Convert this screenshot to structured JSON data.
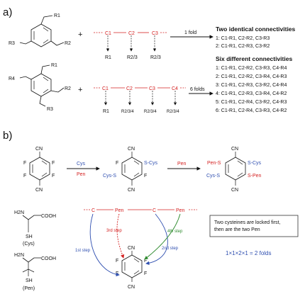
{
  "panel_a": {
    "label": "a)",
    "mol1_subs": [
      "R1",
      "R3",
      "R2"
    ],
    "mol2_subs": [
      "R1",
      "R4",
      "R2",
      "R3"
    ],
    "plus": "+",
    "chain1": {
      "nodes": [
        "C1",
        "C2",
        "C3"
      ],
      "subs": [
        "R1",
        "R2/3",
        "R2/3"
      ]
    },
    "chain2": {
      "nodes": [
        "C1",
        "C2",
        "C3",
        "C4"
      ],
      "subs": [
        "R1",
        "R2/3/4",
        "R2/3/4",
        "R2/3/4"
      ]
    },
    "fold1_label": "1 fold",
    "fold6_label": "6 folds",
    "identical_title": "Two identical connectivities",
    "identical": [
      "1: C1-R1, C2-R2, C3-R3",
      "2: C1-R1, C2-R3, C3-R2"
    ],
    "different_title": "Six different connectivities",
    "different": [
      "1: C1-R1, C2-R2, C3-R3, C4-R4",
      "2: C1-R1, C2-R2, C3-R4, C4-R3",
      "3: C1-R1, C2-R3, C3-R2, C4-R4",
      "4: C1-R1, C2-R3, C3-R4, C4-R2",
      "5: C1-R1, C2-R4, C3-R2, C4-R3",
      "6: C1-R1, C2-R4, C3-R3, C4-R2"
    ]
  },
  "panel_b": {
    "label": "b)",
    "step1_reagents": [
      "Cys",
      "Pen"
    ],
    "step2_reagent": "Pen",
    "atoms": {
      "cn": "CN",
      "f": "F",
      "s_cys": "S-Cys",
      "cys_s": "Cys-S",
      "pen_s": "Pen-S",
      "s_pen": "S-Pen"
    },
    "cys": {
      "h2n": "H2N",
      "cooh": "COOH",
      "sh": "SH",
      "name": "(Cys)"
    },
    "pen": {
      "h2n": "H2N",
      "cooh": "COOH",
      "sh": "SH",
      "name": "(Pen)"
    },
    "chain": [
      "C",
      "Pen",
      "C",
      "Pen"
    ],
    "steps": [
      "1st step",
      "2nd step",
      "3rd step",
      "4th step"
    ],
    "note": "Two cysteines are locked first, then are the two Pen",
    "folds": "1×1×2×1 = 2 folds",
    "colors": {
      "red": "#d42020",
      "blue": "#2f4fb0",
      "green": "#2e8b2e"
    }
  }
}
